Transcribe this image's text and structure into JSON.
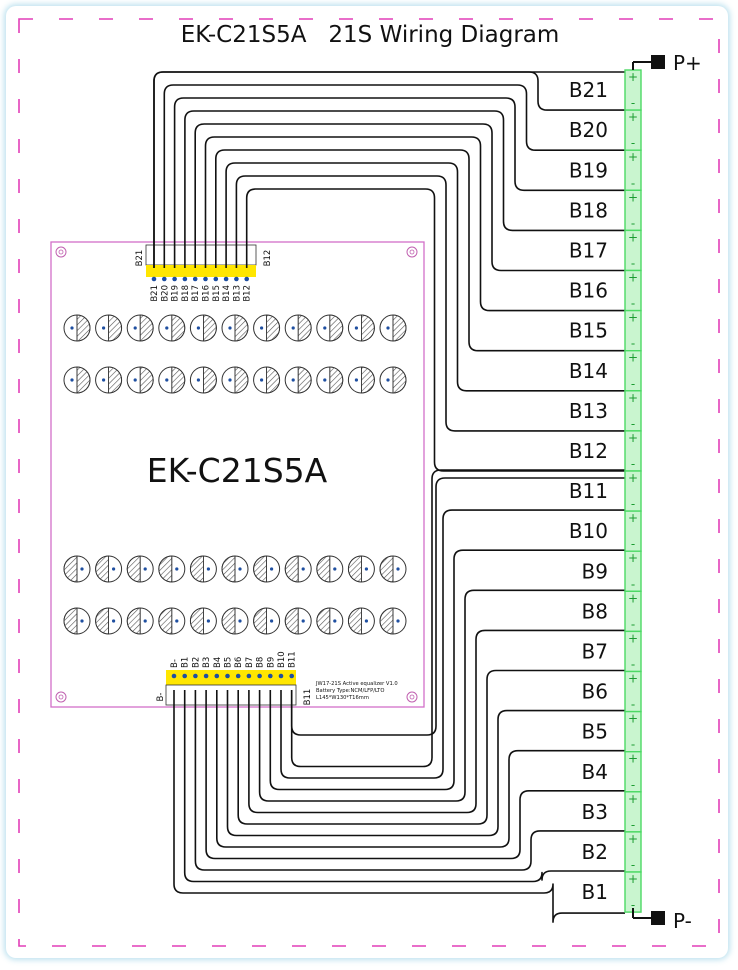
{
  "title": "EK-C21S5A   21S Wiring Diagram",
  "board": {
    "model": "EK-C21S5A",
    "info_lines": [
      "JW17-21S Active equalizer V1.0",
      "Battery Type:NCM/LFP/LTO",
      "L145*W130*T16mm"
    ],
    "top_connector_pins": [
      "B21",
      "B20",
      "B19",
      "B18",
      "B17",
      "B16",
      "B15",
      "B14",
      "B13",
      "B12"
    ],
    "top_connector_end_labels": [
      "B21",
      "B12"
    ],
    "bottom_connector_pins": [
      "B-",
      "B1",
      "B2",
      "B3",
      "B4",
      "B5",
      "B6",
      "B7",
      "B8",
      "B9",
      "B10",
      "B11"
    ],
    "bottom_connector_end_labels": [
      "B-",
      "B11"
    ]
  },
  "terminals": {
    "positive": "P+",
    "negative": "P-",
    "plus_sign": "+",
    "minus_sign": "-"
  },
  "batteries": [
    "B21",
    "B20",
    "B19",
    "B18",
    "B17",
    "B16",
    "B15",
    "B14",
    "B13",
    "B12",
    "B11",
    "B10",
    "B9",
    "B8",
    "B7",
    "B6",
    "B5",
    "B4",
    "B3",
    "B2",
    "B1"
  ],
  "colors": {
    "border_dash": "#e23fb8",
    "board_outline": "#d36fc8",
    "connector_yellow": "#ffe600",
    "terminal_green": "#4cd964",
    "terminal_fill": "#c9f5cf",
    "wire": "#111111",
    "pin_dot": "#1f4fa0"
  }
}
